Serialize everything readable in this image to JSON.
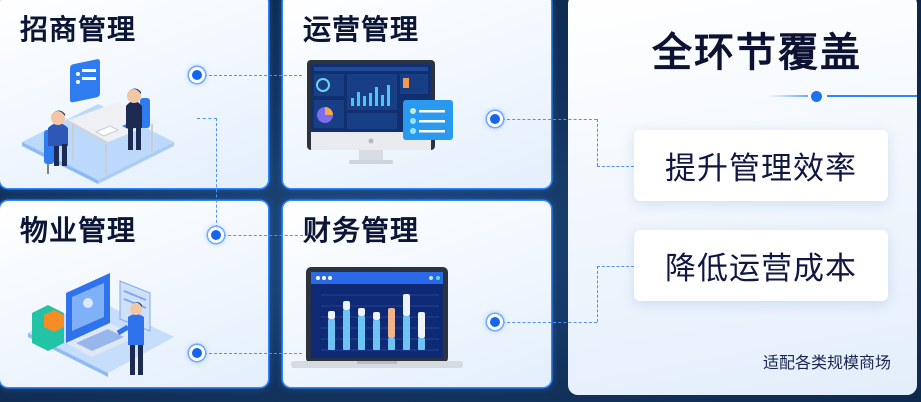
{
  "modules": [
    {
      "id": "investment",
      "title": "招商管理",
      "illustration": "business-meeting-illustration"
    },
    {
      "id": "operations",
      "title": "运营管理",
      "illustration": "dashboard-monitor-illustration"
    },
    {
      "id": "property",
      "title": "物业管理",
      "illustration": "laptop-worker-illustration"
    },
    {
      "id": "finance",
      "title": "财务管理",
      "illustration": "bar-chart-laptop-illustration"
    }
  ],
  "panel": {
    "title": "全环节覆盖",
    "benefits": [
      "提升管理效率",
      "降低运营成本"
    ],
    "footnote": "适配各类规模商场"
  },
  "colors": {
    "background": "#13335d",
    "card_border": "#2f86ff",
    "node": "#1466ee",
    "title_text": "#0b1536",
    "bar_light": "#6ec3f5",
    "bar_cap": "#eef2fa",
    "bar_accent": "#f0b58a"
  },
  "finance_chart": {
    "type": "bar",
    "series": [
      {
        "name": "base",
        "values": [
          65,
          85,
          72,
          62,
          25,
          72,
          25
        ]
      },
      {
        "name": "top",
        "values": [
          18,
          20,
          18,
          18,
          55,
          48,
          45
        ]
      }
    ],
    "highlight_index": 4
  },
  "ops_chart": {
    "type": "bar",
    "values": [
      28,
      44,
      30,
      42,
      60,
      38,
      66
    ]
  }
}
